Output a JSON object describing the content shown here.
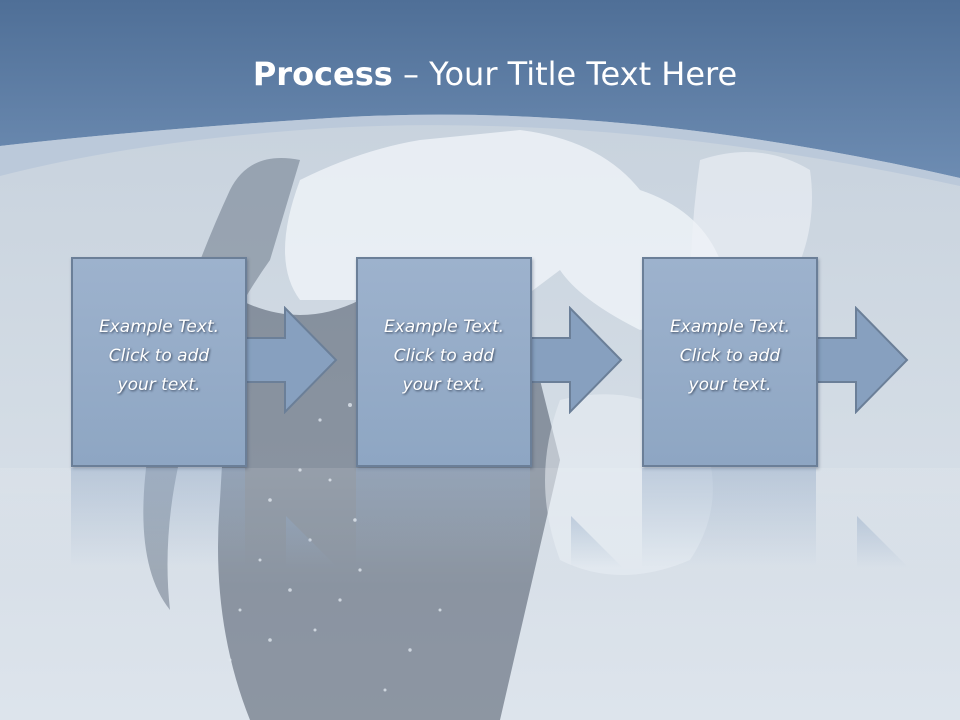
{
  "title": {
    "bold": "Process",
    "rest": " – Your Title Text Here"
  },
  "colors": {
    "header": "#5d7ea6",
    "box_fill": "#92a9c6",
    "box_border": "#6b7f98",
    "arrow_fill": "#87a0bf"
  },
  "steps": [
    {
      "line1": "Example Text.",
      "line2": "Click  to add",
      "line3": "your text."
    },
    {
      "line1": "Example Text.",
      "line2": "Click  to add",
      "line3": "your text."
    },
    {
      "line1": "Example Text.",
      "line2": "Click  to add",
      "line3": "your text."
    }
  ]
}
